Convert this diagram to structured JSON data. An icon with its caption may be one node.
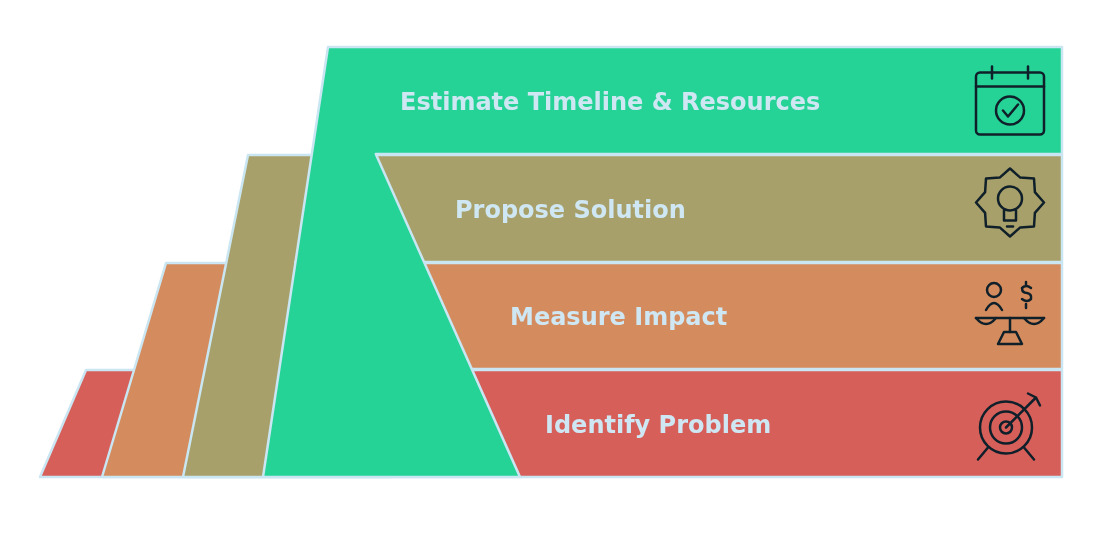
{
  "diagram": {
    "nodes": [
      {
        "text": [
          "Estimate Timeline & Resources"
        ]
      },
      {
        "text": [
          "Propose Solution"
        ]
      },
      {
        "text": [
          "Measure Impact"
        ]
      },
      {
        "text": [
          "Identify Problem"
        ]
      }
    ]
  }
}
